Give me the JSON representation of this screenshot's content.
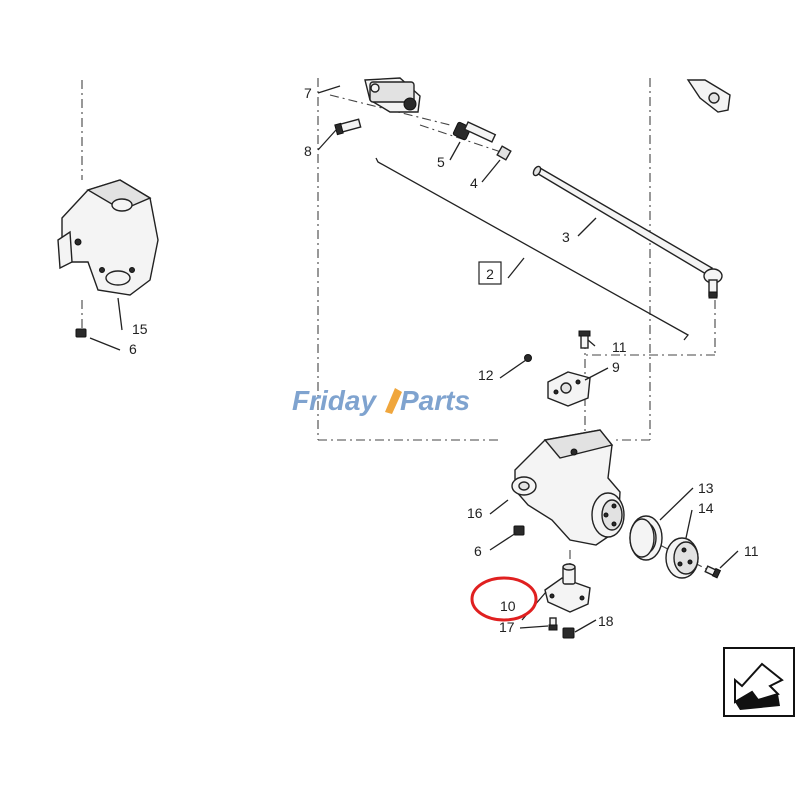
{
  "diagram": {
    "callouts": {
      "c2": "2",
      "c3": "3",
      "c4": "4",
      "c5": "5",
      "c6a": "6",
      "c6b": "6",
      "c7": "7",
      "c8": "8",
      "c9": "9",
      "c10": "10",
      "c11a": "11",
      "c11b": "11",
      "c12": "12",
      "c13": "13",
      "c14": "14",
      "c15": "15",
      "c16": "16",
      "c17": "17",
      "c18": "18"
    },
    "watermark": {
      "part1": "Friday",
      "part2": "Parts",
      "color1": "#7fa3cf",
      "color2": "#f0a63c"
    },
    "highlight": {
      "color": "#e02020",
      "target": "10"
    },
    "nav_icon": "back-arrow-icon"
  }
}
